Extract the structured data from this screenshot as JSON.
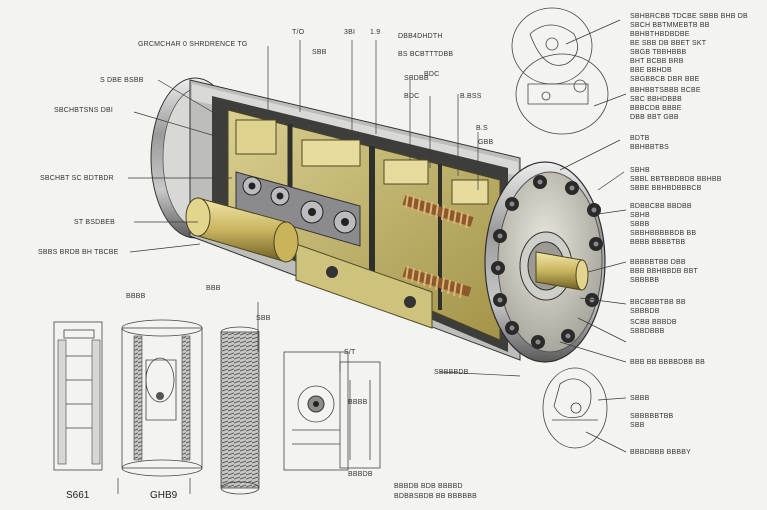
{
  "top_labels": [
    "GRCMCHAR 0 SHRDRENCE TG",
    "T/O",
    "3BI",
    "1.9",
    "DBB4DHDTH",
    "BS BCBTTTDBB",
    "SBB",
    "BDC",
    "BDC",
    "B.BSS",
    "B.S",
    "SBDBB",
    "GBB"
  ],
  "left_labels": [
    "S DBE BSBB",
    "SBCHBTSNS DBI",
    "SBCHBT SC BDTBDR",
    "ST BSDBEB",
    "SBBS BRDB BH TBCBE"
  ],
  "right_labels": [
    "SBHBRCBB TDCBE SBBB BHB DB",
    "SBCH BBTMMEBTB BB",
    "BBHBTHBDBDBE",
    "BE SBB DB BBET SKT",
    "SBGB TBBHBBB",
    "BHT BCBB BRB",
    "BBE BBHDB",
    "SBGBBCB DBR BBE",
    "BBHBBTSBBB BCBE",
    "SBC BBHDBBB",
    "BBBCDB BBBE",
    "DBB BBT GBB",
    "BDTB",
    "BBHBBTBS",
    "SBHB",
    "SBBL BBTBBDBDB BBHBB",
    "SBBE BBHBDBBBCB",
    "BDBBCBB BBDBB",
    "SBHB",
    "SBBB",
    "SBBHBBBBBDB BB",
    "BBBB BBBBTBB",
    "BBBBBTBB DBB",
    "BBB BBHBBDB BBT",
    "SBBBBB",
    "BBCBBBTBB BB",
    "SBBBDB",
    "SCBB BBBDB",
    "SBBDBBB",
    "BBB BB BBBBDBB BB",
    "SBBB",
    "SBBBBBTBB",
    "SBB",
    "BBBDBBB BBBBY"
  ],
  "bottom_labels": [
    "BBBB",
    "BBB",
    "S/T",
    "SBBBBDB",
    "BBBDB BDB BBBBD",
    "BDBBSBDB BB BBBBBB"
  ],
  "part_captions": [
    "S661",
    "GHB9"
  ],
  "small_part_labels": [
    "SBB",
    "BBBB",
    "BBBDB"
  ]
}
